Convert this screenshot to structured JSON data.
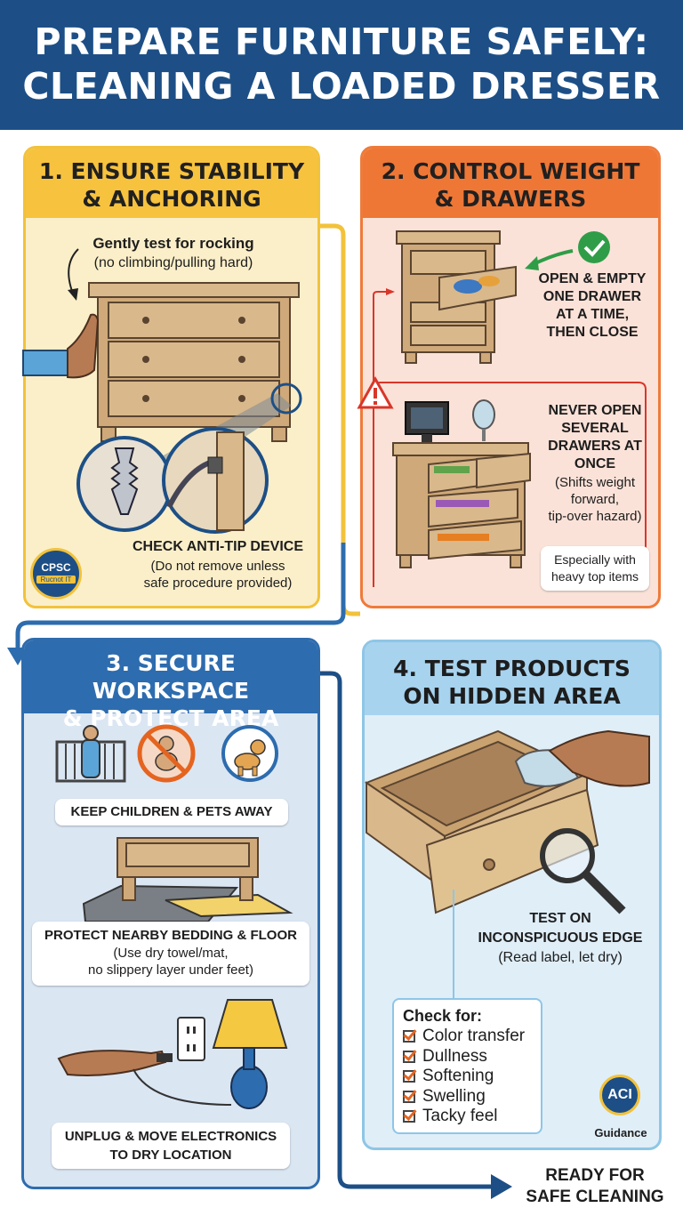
{
  "header": {
    "title_line1": "PREPARE FURNITURE SAFELY:",
    "title_line2": "CLEANING A LOADED DRESSER"
  },
  "step1": {
    "title_line1": "1. ENSURE STABILITY",
    "title_line2": "& ANCHORING",
    "test_heading": "Gently test for rocking",
    "test_note": "(no climbing/pulling hard)",
    "anti_tip_heading": "CHECK ANTI-TIP DEVICE",
    "anti_tip_note_line1": "(Do not remove unless",
    "anti_tip_note_line2": "safe procedure provided)",
    "badge_top": "CPSC",
    "badge_bottom": "Rucnot IT"
  },
  "step2": {
    "title_line1": "2. CONTROL WEIGHT",
    "title_line2": "& DRAWERS",
    "good_line1": "OPEN & EMPTY",
    "good_line2": "ONE DRAWER",
    "good_line3": "AT A TIME,",
    "good_line4": "THEN CLOSE",
    "bad_line1": "NEVER OPEN",
    "bad_line2": "SEVERAL",
    "bad_line3": "DRAWERS AT",
    "bad_line4": "ONCE",
    "bad_note_line1": "(Shifts weight",
    "bad_note_line2": "forward,",
    "bad_note_line3": "tip-over hazard)",
    "callout_line1": "Especially with",
    "callout_line2": "heavy top items"
  },
  "step3": {
    "title_line1": "3. SECURE WORKSPACE",
    "title_line2": "& PROTECT AREA",
    "kids_label": "KEEP CHILDREN & PETS AWAY",
    "protect_heading": "PROTECT NEARBY BEDDING & FLOOR",
    "protect_note_line1": "(Use dry towel/mat,",
    "protect_note_line2": "no slippery layer under feet)",
    "unplug_line1": "UNPLUG & MOVE ELECTRONICS",
    "unplug_line2": "TO DRY LOCATION"
  },
  "step4": {
    "title_line1": "4. TEST PRODUCTS",
    "title_line2": "ON HIDDEN AREA",
    "test_line1": "TEST ON",
    "test_line2": "INCONSPICUOUS EDGE",
    "test_note": "(Read label, let dry)",
    "check_heading": "Check for:",
    "checks": [
      "Color transfer",
      "Dullness",
      "Softening",
      "Swelling",
      "Tacky feel"
    ],
    "aci_logo": "ACI",
    "aci_label": "Guidance"
  },
  "footer": {
    "ready_line1": "READY FOR",
    "ready_line2": "SAFE CLEANING"
  },
  "colors": {
    "header": "#1d4f86",
    "step1": "#f7c23e",
    "step2": "#ee7736",
    "step3": "#2d6cae",
    "step4": "#a7d3ee",
    "wood": "#d9b88b"
  }
}
